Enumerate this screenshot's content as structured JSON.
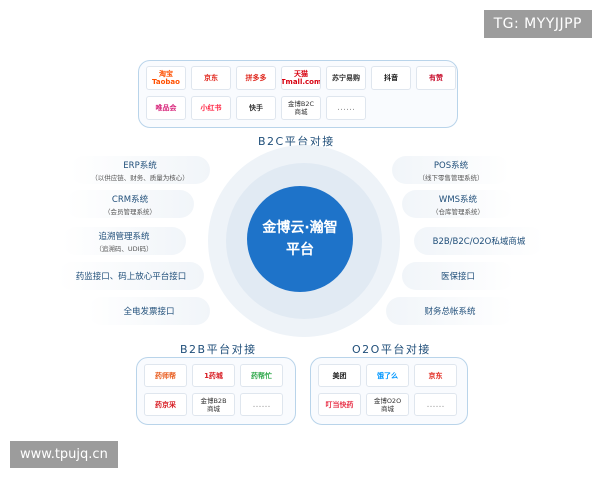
{
  "watermarks": {
    "tg": "TG: MYYJJPP",
    "site": "www.tpujq.cn"
  },
  "center": {
    "line1": "金博云·瀚智",
    "line2": "平台"
  },
  "b2c": {
    "title": "B2C平台对接",
    "tiles": [
      {
        "label": "淘宝\nTaobao",
        "color": "#ff5000"
      },
      {
        "label": "京东",
        "color": "#e1251b"
      },
      {
        "label": "拼多多",
        "color": "#e02e24"
      },
      {
        "label": "天猫 Tmall.com",
        "color": "#d7000f"
      },
      {
        "label": "苏宁易购",
        "color": "#333333"
      },
      {
        "label": "抖音",
        "color": "#111111"
      },
      {
        "label": "有赞",
        "color": "#c8102e"
      },
      {
        "label": "唯品会",
        "color": "#d8277c"
      },
      {
        "label": "小红书",
        "color": "#ff2442"
      },
      {
        "label": "快手",
        "color": "#333333"
      },
      {
        "label": "金博B2C\n商城",
        "color": "#333333"
      },
      {
        "label": "……",
        "color": "#9a9a9a"
      }
    ]
  },
  "left_items": [
    {
      "title": "ERP系统",
      "sub": "（以供应链、财务、质量为核心）"
    },
    {
      "title": "CRM系统",
      "sub": "（会员管理系统）"
    },
    {
      "title": "追溯管理系统",
      "sub": "（追溯码、UDI码）"
    },
    {
      "title": "药监接口、码上放心平台接口",
      "sub": ""
    },
    {
      "title": "全电发票接口",
      "sub": ""
    }
  ],
  "right_items": [
    {
      "title": "POS系统",
      "sub": "（线下零售管理系统）"
    },
    {
      "title": "WMS系统",
      "sub": "（仓库管理系统）"
    },
    {
      "title": "B2B/B2C/O2O私域商城",
      "sub": ""
    },
    {
      "title": "医保接口",
      "sub": ""
    },
    {
      "title": "财务总帐系统",
      "sub": ""
    }
  ],
  "b2b": {
    "title": "B2B平台对接",
    "tiles": [
      {
        "label": "药师帮",
        "color": "#e85a1b"
      },
      {
        "label": "1药城",
        "color": "#d71920"
      },
      {
        "label": "药帮忙",
        "color": "#2ea84a"
      },
      {
        "label": "药京采",
        "color": "#d71920"
      },
      {
        "label": "金博B2B\n商城",
        "color": "#333333"
      },
      {
        "label": "……",
        "color": "#9a9a9a"
      }
    ]
  },
  "o2o": {
    "title": "O2O平台对接",
    "tiles": [
      {
        "label": "美团",
        "color": "#222222"
      },
      {
        "label": "饿了么",
        "color": "#0097ff"
      },
      {
        "label": "京东",
        "color": "#e1251b"
      },
      {
        "label": "叮当快药",
        "color": "#e8334a"
      },
      {
        "label": "金博O2O\n商城",
        "color": "#333333"
      },
      {
        "label": "……",
        "color": "#9a9a9a"
      }
    ]
  }
}
